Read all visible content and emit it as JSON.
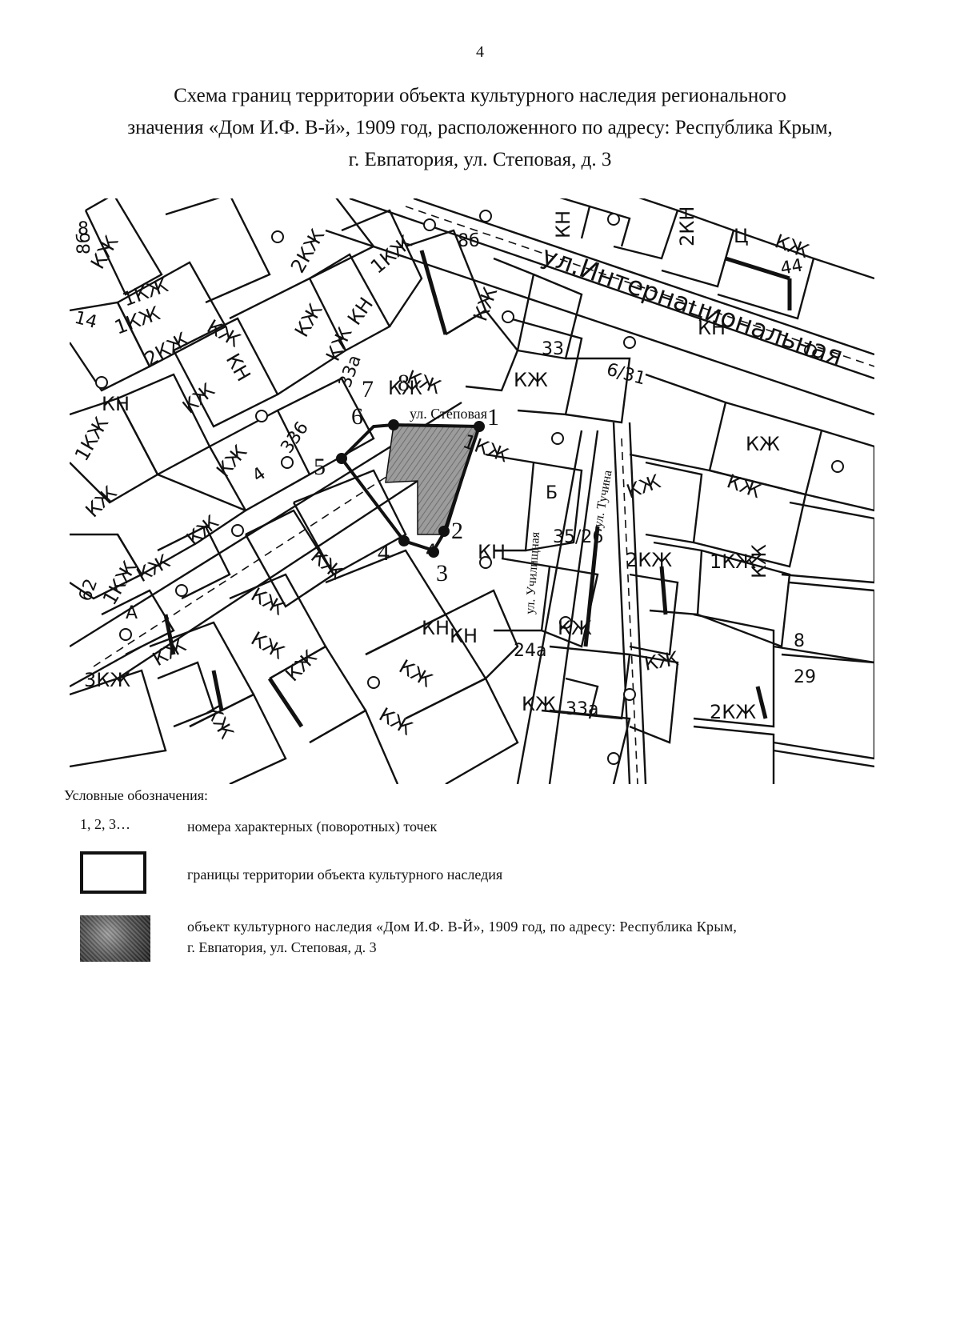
{
  "page_number": "4",
  "title": {
    "line1": "Схема границ территории объекта культурного наследия регионального",
    "line2": "значения «Дом И.Ф. В-й», 1909 год, расположенного по адресу: Республика Крым,",
    "line3": "г. Евпатория, ул. Степовая, д. 3"
  },
  "map": {
    "streets": {
      "internatsionalnaya": "ул.Интернациональная",
      "stepovaya": "ул. Степовая",
      "uchilishchnaya": "ул. Училищная",
      "tuchina": "ул. Тучина"
    },
    "boundary_points": [
      "1",
      "2",
      "3",
      "4",
      "5",
      "6"
    ],
    "extra_point_labels": [
      "7",
      "8"
    ],
    "building_labels": [
      "КЖ",
      "2КЖ",
      "1КЖ",
      "КН",
      "1КЖ",
      "КЖ",
      "2КЖ",
      "КЖ",
      "КЖ",
      "1КЖ",
      "КН",
      "1КЖ",
      "КЖ",
      "КЖ",
      "КН",
      "КЖ",
      "КЖ",
      "КЖ",
      "1КЖ",
      "КЖ",
      "КЖ",
      "КЖ",
      "3КЖ",
      "КЖ",
      "КЖ",
      "КЖ",
      "КЖ",
      "КЖ",
      "КЖ",
      "КЖ",
      "КЖ",
      "КН",
      "2КН",
      "Ц",
      "КЖ",
      "КЖ",
      "КЖ",
      "КЖ",
      "2КЖ",
      "1КЖ",
      "КЖ",
      "1КЖ",
      "КН",
      "КЖ",
      "2КЖ",
      "КЖ",
      "КН",
      "КН",
      "КН",
      "КЖ",
      "КЖ"
    ],
    "house_numbers": [
      "8",
      "8б",
      "14",
      "33",
      "33а",
      "336",
      "4",
      "6/31",
      "35/26",
      "24а",
      "33а",
      "8",
      "29",
      "44",
      "62",
      "8б",
      "4"
    ],
    "misc_labels": [
      "Б",
      "А"
    ]
  },
  "legend": {
    "title": "Условные обозначения:",
    "points_key": "1, 2, 3…",
    "points_desc": "номера характерных (поворотных) точек",
    "border_desc": "границы территории объекта культурного наследия",
    "object_desc_line1": "объект культурного наследия «Дом И.Ф. В-Й», 1909 год, по адресу: Республика Крым,",
    "object_desc_line2": "г. Евпатория, ул. Степовая, д. 3"
  }
}
